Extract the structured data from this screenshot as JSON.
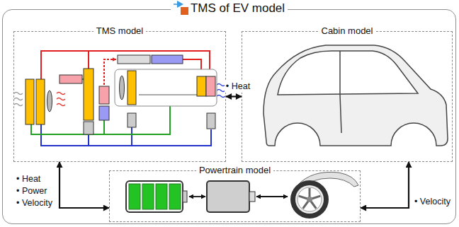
{
  "diagram": {
    "nodes": [
      {
        "text": [
          "TMS of EV model"
        ]
      },
      {
        "text": [
          "TMS model"
        ],
        "in": 0
      },
      {
        "text": [
          "Cabin model"
        ],
        "in": 0
      },
      {
        "text": [
          "Powertrain model"
        ],
        "in": 0
      }
    ],
    "edges": [
      {
        "from": 1,
        "to": 2,
        "label": "• Heat",
        "arrow": "both"
      },
      {
        "from": 1,
        "to": 3,
        "label": "• Heat • Power • Velocity",
        "arrow": "both"
      },
      {
        "from": 3,
        "to": 2,
        "label": "• Velocity",
        "arrow": "both"
      }
    ]
  }
}
